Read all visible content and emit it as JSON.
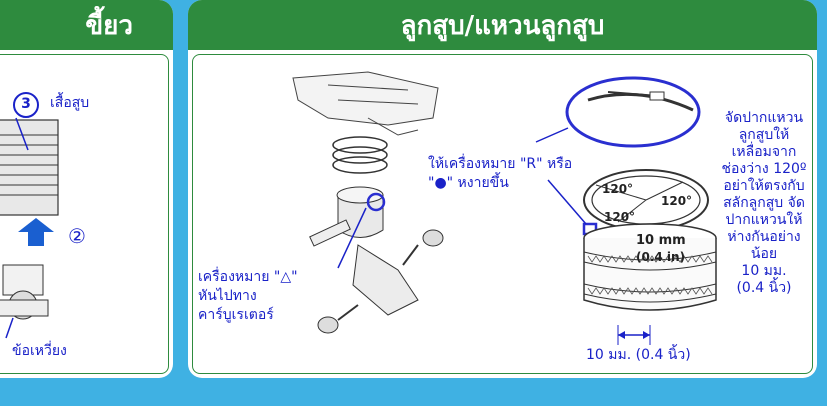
{
  "left_panel": {
    "title": "ขี้ยว",
    "labels": {
      "cylinder": "เสื้อสูบ",
      "step3": "3",
      "step2": "②",
      "crank": "ข้อเหวี่ยง"
    }
  },
  "right_panel": {
    "title": "ลูกสูบ/แหวนลูกสูบ",
    "mark_instruction_line1": "ให้เครื่องหมาย \"R\" หรือ",
    "mark_instruction_line2": "\"●\" หงายขึ้น",
    "triangle_mark_line1": "เครื่องหมาย \"△\"",
    "triangle_mark_line2": "หันไปทาง",
    "triangle_mark_line3": "คาร์บูเรเตอร์",
    "ring_gap_instruction": [
      "จัดปากแหวน",
      "ลูกสูบให้",
      "เหลื่อมจาก",
      "ช่องว่าง 120º",
      "อย่าให้ตรงกับ",
      "สลักลูกสูบ จัด",
      "ปากแหวนให้",
      "ห่างกันอย่าง",
      "น้อย",
      "10 มม.",
      "(0.4 นิ้ว)"
    ],
    "bottom_dim": "10 มม. (0.4 นิ้ว)",
    "diagram_labels": {
      "angle1": "120°",
      "angle2": "120°",
      "angle3": "120°",
      "gap_mm": "10 mm",
      "gap_in": "(0.4 in)"
    }
  },
  "colors": {
    "background": "#3fb1e3",
    "header": "#2e8b3e",
    "text": "#1a22c8",
    "marker": "#2a2fd0"
  }
}
